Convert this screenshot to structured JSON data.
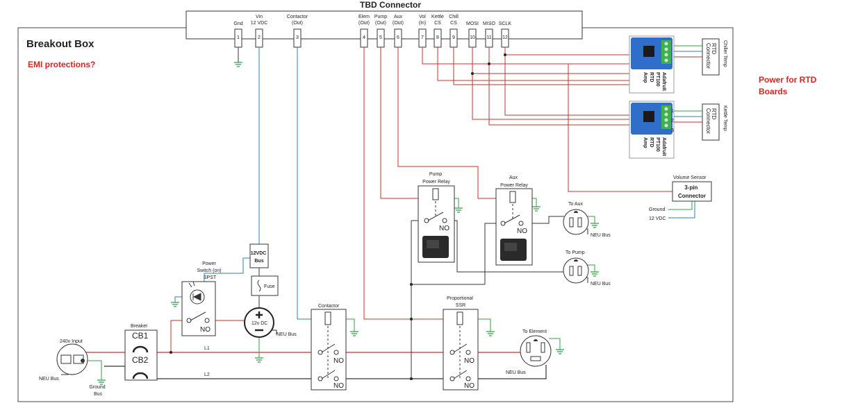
{
  "header": {
    "title": "TBD Connector"
  },
  "pins": [
    {
      "label": "Gnd",
      "num": "1"
    },
    {
      "label": "Vin\n12 VDC",
      "num": "2"
    },
    {
      "label": "Contactor\n(Out)",
      "num": "3"
    },
    {
      "label": "Elem\n(Out)",
      "num": "4"
    },
    {
      "label": "Pump\n(Out)",
      "num": "5"
    },
    {
      "label": "Aux\n(Out)",
      "num": "6"
    },
    {
      "label": "Vol\n(In)",
      "num": "7"
    },
    {
      "label": "Kettle\nCS",
      "num": "8"
    },
    {
      "label": "Chill\nCS",
      "num": "9"
    },
    {
      "label": "MOSI",
      "num": "10"
    },
    {
      "label": "MISO",
      "num": "11"
    },
    {
      "label": "SCLK",
      "num": "12"
    }
  ],
  "box_title": "Breakout Box",
  "notes": {
    "emi": "EMI protections?",
    "power_rtd": "Power for RTD\nBoards"
  },
  "rtd_boards": {
    "amp_label": "Adafruit\nPT100\nRTD\nAmp",
    "connector": "RTD\nConnector",
    "chiller_temp": "Chiller Temp",
    "kettle_temp": "Kettle Temp",
    "pin_numbers": [
      "1",
      "2",
      "3"
    ]
  },
  "volume_sensor": {
    "title": "Volume Sensor",
    "connector": "3-pin\nConnector",
    "ground": "Ground",
    "vdc": "12 VDC"
  },
  "relays": {
    "pump": "Pump\nPower Relay",
    "aux": "Aux\nPower Relay",
    "contactor": "Contactor",
    "ssr": "Proportional\nSSR",
    "no": "NO"
  },
  "outlets": {
    "to_aux": "To Aux",
    "to_pump": "To Pump",
    "to_element": "To Element",
    "neu_bus": "NEU Bus",
    "input": "240v Input",
    "ground_bus": "Ground\nBus"
  },
  "power": {
    "bus_12v": "12VDC\nBus",
    "switch": "Power\nSwitch (on)\nSPST",
    "fuse": "Fuse",
    "dc_source": "12v DC",
    "breaker": "Breaker",
    "cb1": "CB1",
    "cb2": "CB2",
    "l1": "L1",
    "l2": "L2"
  },
  "colors": {
    "blue": "#2b7fc4",
    "green": "#2ea043",
    "red": "#c8322d",
    "dark": "#333333",
    "board": "#2f6fc9"
  }
}
